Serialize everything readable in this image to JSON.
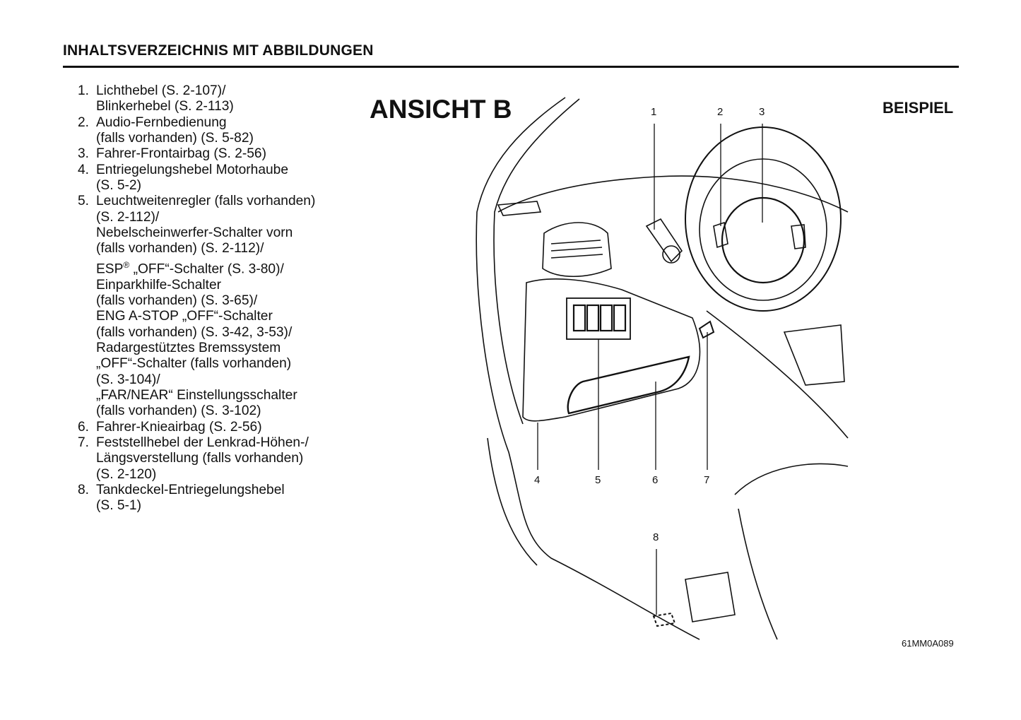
{
  "header": {
    "title": "INHALTSVERZEICHNIS MIT ABBILDUNGEN"
  },
  "figure": {
    "title": "ANSICHT B",
    "example_label": "BEISPIEL",
    "figure_code": "61MM0A089",
    "callouts": [
      "1",
      "2",
      "3",
      "4",
      "5",
      "6",
      "7",
      "8"
    ]
  },
  "items": [
    {
      "num": "1.",
      "lines": [
        "Lichthebel (S. 2-107)/",
        "Blinkerhebel (S. 2-113)"
      ]
    },
    {
      "num": "2.",
      "lines": [
        "Audio-Fernbedienung",
        "(falls vorhanden) (S. 5-82)"
      ]
    },
    {
      "num": "3.",
      "lines": [
        "Fahrer-Frontairbag (S. 2-56)"
      ]
    },
    {
      "num": "4.",
      "lines": [
        "Entriegelungshebel Motorhaube",
        "(S. 5-2)"
      ]
    },
    {
      "num": "5.",
      "lines": [
        "Leuchtweitenregler (falls vorhanden)",
        "(S. 2-112)/",
        "Nebelscheinwerfer-Schalter vorn",
        "(falls vorhanden) (S. 2-112)/",
        "ESP® „OFF“-Schalter (S. 3-80)/",
        "Einparkhilfe-Schalter",
        "(falls vorhanden) (S. 3-65)/",
        "ENG A-STOP „OFF“-Schalter",
        "(falls vorhanden) (S. 3-42, 3-53)/",
        "Radargestütztes Bremssystem",
        "„OFF“-Schalter (falls vorhanden)",
        "(S. 3-104)/",
        "„FAR/NEAR“ Einstellungsschalter",
        "(falls vorhanden) (S. 3-102)"
      ]
    },
    {
      "num": "6.",
      "lines": [
        "Fahrer-Knieairbag (S. 2-56)"
      ]
    },
    {
      "num": "7.",
      "lines": [
        "Feststellhebel der Lenkrad-Höhen-/",
        "Längsverstellung (falls vorhanden)",
        "(S. 2-120)"
      ]
    },
    {
      "num": "8.",
      "lines": [
        "Tankdeckel-Entriegelungshebel",
        "(S. 5-1)"
      ]
    }
  ]
}
